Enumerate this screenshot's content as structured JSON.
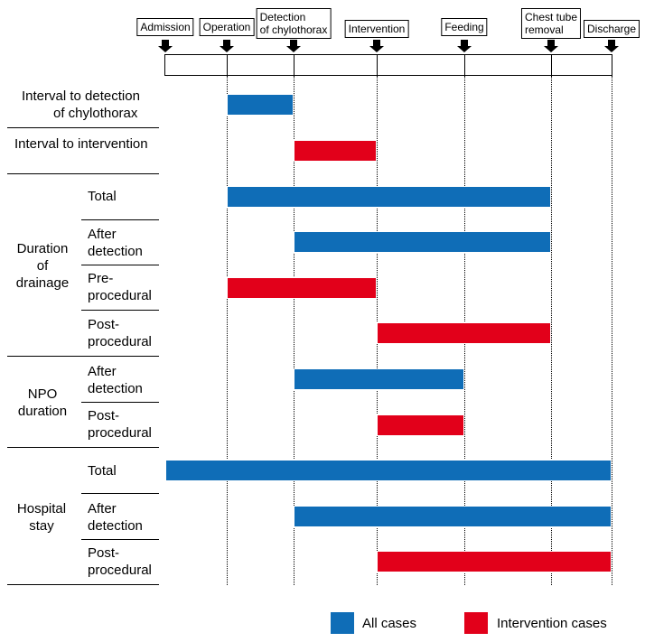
{
  "milestones": [
    {
      "id": "admission",
      "label": "Admission"
    },
    {
      "id": "operation",
      "label": "Operation"
    },
    {
      "id": "detection",
      "label": "Detection of chylothorax"
    },
    {
      "id": "intervention",
      "label": "Intervention"
    },
    {
      "id": "feeding",
      "label": "Feeding"
    },
    {
      "id": "chest_tube_removal",
      "label": "Chest tube removal"
    },
    {
      "id": "discharge",
      "label": "Discharge"
    }
  ],
  "rows": [
    {
      "label": "Interval to detection of chylothorax",
      "from": "operation",
      "to": "detection",
      "series": "all"
    },
    {
      "label": "Interval to intervention",
      "from": "detection",
      "to": "intervention",
      "series": "intervention"
    },
    {
      "group": "Duration of drainage",
      "label": "Total",
      "from": "operation",
      "to": "chest_tube_removal",
      "series": "all"
    },
    {
      "group": "Duration of drainage",
      "label": "After detection",
      "from": "detection",
      "to": "chest_tube_removal",
      "series": "all"
    },
    {
      "group": "Duration of drainage",
      "label": "Pre-procedural",
      "from": "operation",
      "to": "intervention",
      "series": "intervention"
    },
    {
      "group": "Duration of drainage",
      "label": "Post-procedural",
      "from": "intervention",
      "to": "chest_tube_removal",
      "series": "intervention"
    },
    {
      "group": "NPO duration",
      "label": "After detection",
      "from": "detection",
      "to": "feeding",
      "series": "all"
    },
    {
      "group": "NPO duration",
      "label": "Post-procedural",
      "from": "intervention",
      "to": "feeding",
      "series": "intervention"
    },
    {
      "group": "Hospital stay",
      "label": "Total",
      "from": "admission",
      "to": "discharge",
      "series": "all"
    },
    {
      "group": "Hospital stay",
      "label": "After detection",
      "from": "detection",
      "to": "discharge",
      "series": "all"
    },
    {
      "group": "Hospital stay",
      "label": "Post-procedural",
      "from": "intervention",
      "to": "discharge",
      "series": "intervention"
    }
  ],
  "groups": [
    {
      "name": "Duration of drainage"
    },
    {
      "name": "NPO duration"
    },
    {
      "name": "Hospital stay"
    }
  ],
  "text": {
    "row1_l1": "Interval to detection",
    "row1_l2": "of chylothorax",
    "row2": "Interval to intervention",
    "dd_l1": "Duration",
    "dd_l2": "of",
    "dd_l3": "drainage",
    "npo_l1": "NPO",
    "npo_l2": "duration",
    "hs_l1": "Hospital",
    "hs_l2": "stay",
    "total": "Total",
    "after": "After",
    "detection": "detection",
    "pre": "Pre-",
    "procedural": "procedural",
    "post": "Post-",
    "ms_admission": "Admission",
    "ms_operation": "Operation",
    "ms_detection_l1": "Detection",
    "ms_detection_l2": "of chylothorax",
    "ms_intervention": "Intervention",
    "ms_feeding": "Feeding",
    "ms_ctr_l1": "Chest tube",
    "ms_ctr_l2": "removal",
    "ms_discharge": "Discharge"
  },
  "legend": {
    "all": "All cases",
    "intervention": "Intervention cases"
  },
  "colors": {
    "all": "#0F6DB7",
    "intervention": "#E2001A"
  }
}
